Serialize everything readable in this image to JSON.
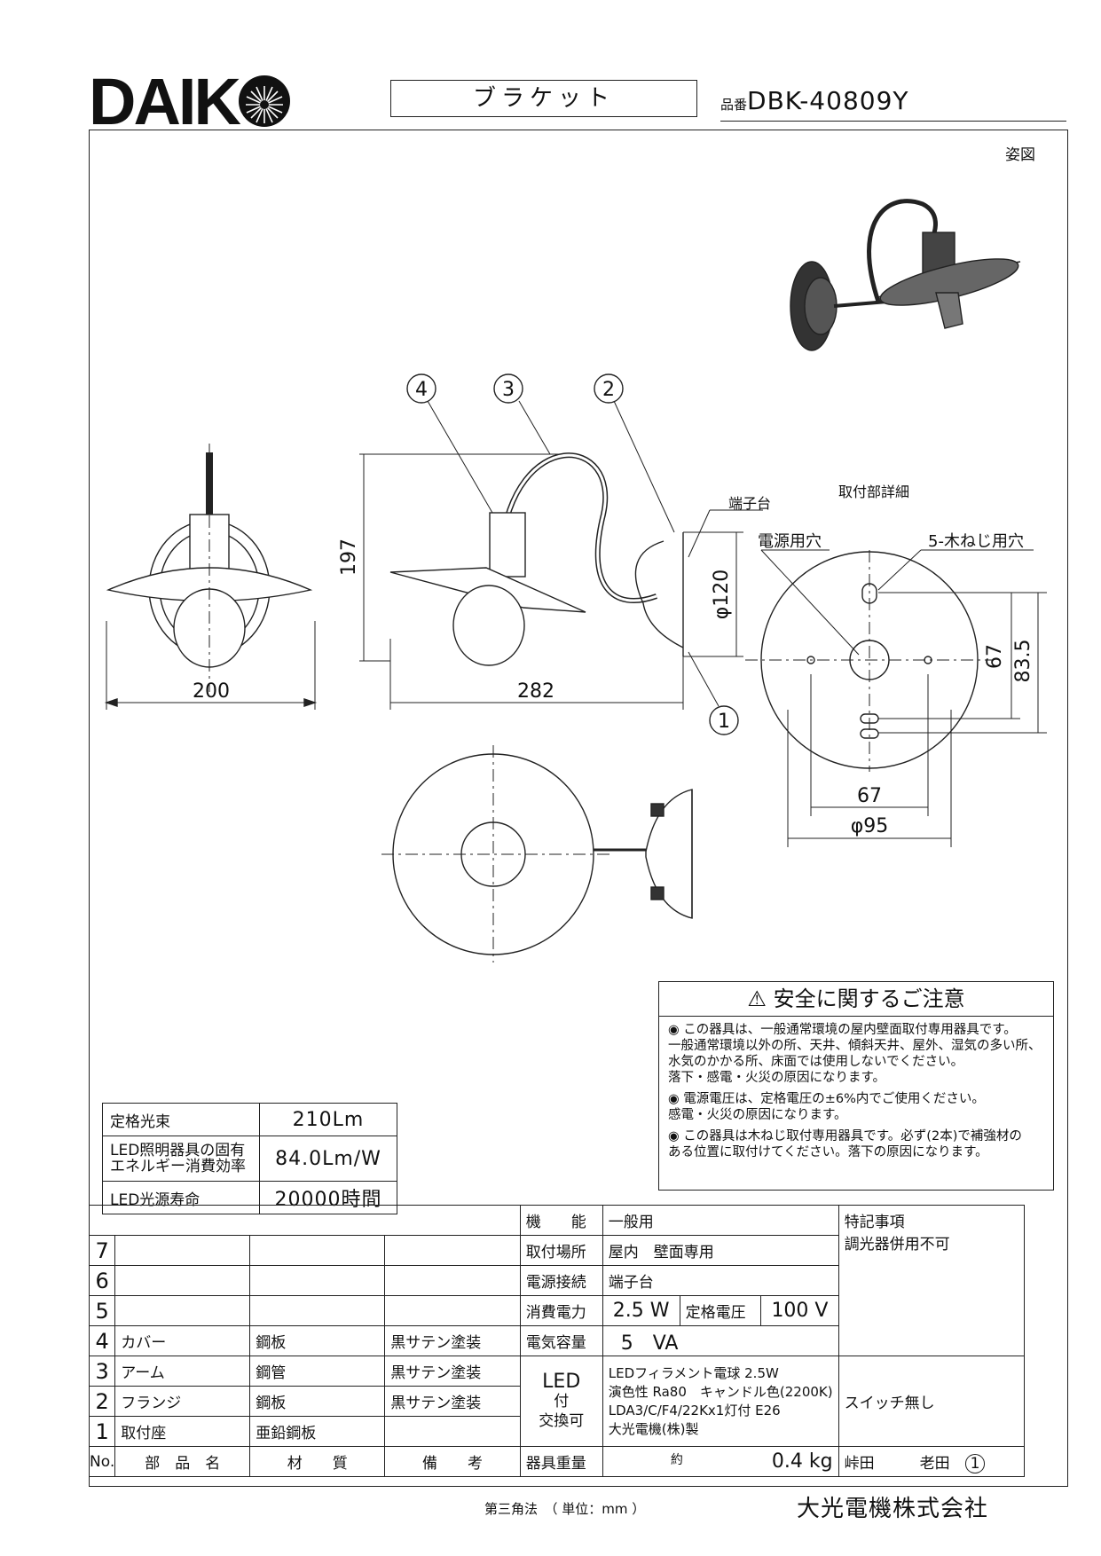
{
  "header": {
    "logo": "DAIK",
    "product_type": "ブラケット",
    "model_prefix": "品番",
    "model_number": "DBK-40809Y"
  },
  "drawing": {
    "view_label": "姿図",
    "callouts": [
      "4",
      "3",
      "2",
      "1"
    ],
    "terminal_label": "端子台",
    "mount_detail_label": "取付部詳細",
    "power_hole_label": "電源用穴",
    "screw_hole_label": "5-木ねじ用穴",
    "dims": {
      "front_width": "200",
      "side_height": "197",
      "side_depth": "282",
      "flange_dia": "φ120",
      "mount_dia": "φ95",
      "mount_h1": "67",
      "mount_h2": "83.5",
      "mount_w": "67"
    }
  },
  "safety": {
    "title": "安全に関するご注意",
    "lines": [
      "◉ この器具は、一般通常環境の屋内壁面取付専用器具です。",
      "一般通常環境以外の所、天井、傾斜天井、屋外、湿気の多い所、",
      "水気のかかる所、床面では使用しないでください。",
      "落下・感電・火災の原因になります。",
      "◉ 電源電圧は、定格電圧の±6%内でご使用ください。",
      "感電・火災の原因になります。",
      "◉ この器具は木ねじ取付専用器具です。必ず(2本)で補強材の",
      "ある位置に取付けてください。落下の原因になります。"
    ]
  },
  "spec": {
    "flux_label": "定格光束",
    "flux_value": "210Lm",
    "eff_label_1": "LED照明器具の固有",
    "eff_label_2": "エネルギー消費効率",
    "eff_value": "84.0Lm/W",
    "life_label": "LED光源寿命",
    "life_value": "20000時間"
  },
  "parts": {
    "rows": [
      {
        "no": "7",
        "name": "",
        "material": "",
        "finish": ""
      },
      {
        "no": "6",
        "name": "",
        "material": "",
        "finish": ""
      },
      {
        "no": "5",
        "name": "",
        "material": "",
        "finish": ""
      },
      {
        "no": "4",
        "name": "カバー",
        "material": "鋼板",
        "finish": "黒サテン塗装"
      },
      {
        "no": "3",
        "name": "アーム",
        "material": "鋼管",
        "finish": "黒サテン塗装"
      },
      {
        "no": "2",
        "name": "フランジ",
        "material": "鋼板",
        "finish": "黒サテン塗装"
      },
      {
        "no": "1",
        "name": "取付座",
        "material": "亜鉛鋼板",
        "finish": ""
      }
    ],
    "header": {
      "no": "No.",
      "name": "部　品　名",
      "material": "材　　質",
      "finish": "備　　考"
    }
  },
  "props": {
    "function_label": "機　　能",
    "function_value": "一般用",
    "location_label": "取付場所",
    "location_value": "屋内　壁面専用",
    "connect_label": "電源接続",
    "connect_value": "端子台",
    "power_label": "消費電力",
    "power_value": "2.5 W",
    "voltage_label": "定格電圧",
    "voltage_value": "100 V",
    "capacity_label": "電気容量",
    "capacity_value": "5　VA",
    "led_label": "LED",
    "led_sub": "付",
    "led_sub2": "交換可",
    "bulb_1": "LEDフィラメント電球 2.5W",
    "bulb_2": "演色性 Ra80　キャンドル色(2200K)",
    "bulb_3": "LDA3/C/F4/22Kx1灯付 E26",
    "bulb_4": "大光電機(株)製",
    "weight_label": "器具重量",
    "weight_approx": "約",
    "weight_value": "0.4 kg",
    "notes_label": "特記事項",
    "notes_value": "調光器併用不可",
    "switch": "スイッチ無し",
    "sign_1": "峠田",
    "sign_2": "老田",
    "sheet": "1"
  },
  "footer": {
    "projection": "第三角法　（ 単位：mm ）",
    "company": "大光電機株式会社"
  }
}
